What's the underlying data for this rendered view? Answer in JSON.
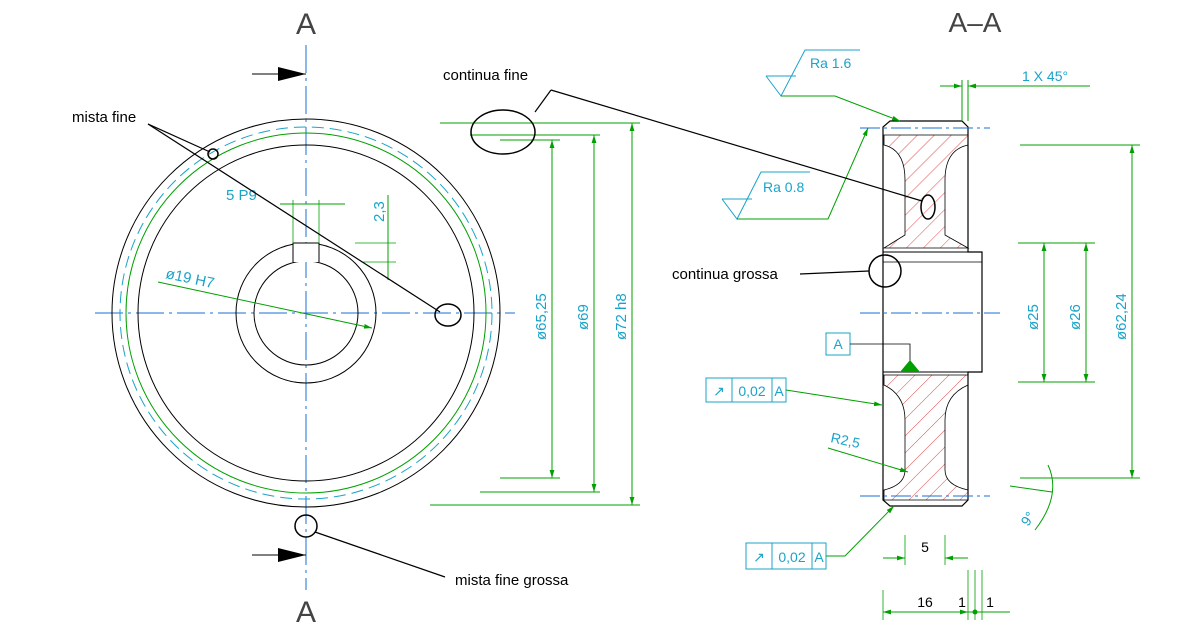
{
  "sections": {
    "left": "A",
    "left_bottom": "A",
    "right": "A–A"
  },
  "line_labels": {
    "continua_fine": "continua fine",
    "mista_fine": "mista fine",
    "continua_grossa": "continua grossa",
    "mista_fine_grossa": "mista fine grossa"
  },
  "front_view": {
    "keyway_width": "5 P9",
    "keyway_depth": "2,3",
    "bore": "ø19 H7"
  },
  "diameters": {
    "d1": "ø65,25",
    "d2": "ø69",
    "d3": "ø72 h8"
  },
  "section_view": {
    "roughness_top": "Ra 1.6",
    "roughness_mid": "Ra 0.8",
    "chamfer": "1 X 45°",
    "d_hub_inner": "ø25",
    "d_hub_outer": "ø26",
    "d_pitch": "ø62,24",
    "datum": "A",
    "runout_1": {
      "symbol": "↗",
      "value": "0,02",
      "datum": "A"
    },
    "runout_2": {
      "symbol": "↗",
      "value": "0,02",
      "datum": "A"
    },
    "radius": "R2,5",
    "angle": "9°",
    "groove_width": "5",
    "total_width": "16",
    "dim_1a": "1",
    "dim_1b": "1"
  },
  "colors": {
    "outline": "#000000",
    "dimension": "#00a000",
    "text": "#1aa3c9",
    "hatch": "#e05050",
    "axis": "#1a6fd6"
  }
}
